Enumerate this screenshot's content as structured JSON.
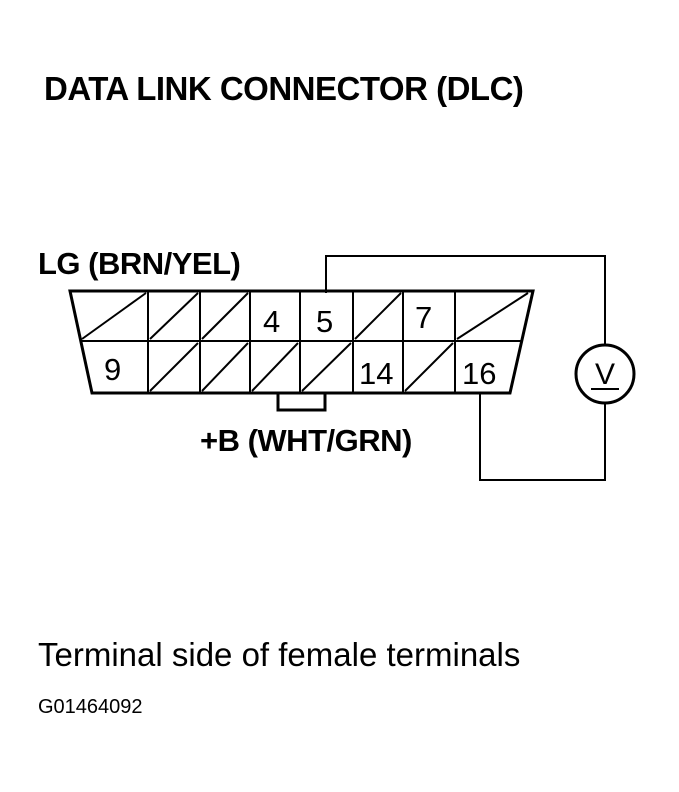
{
  "title": "DATA LINK CONNECTOR (DLC)",
  "labels": {
    "lg": "LG (BRN/YEL)",
    "b_plus": "+B (WHT/GRN)"
  },
  "terminals": {
    "t4": "4",
    "t5": "5",
    "t7": "7",
    "t9": "9",
    "t14": "14",
    "t16": "16"
  },
  "meter_symbol": "V",
  "caption": "Terminal side of female terminals",
  "figure_code": "G01464092"
}
